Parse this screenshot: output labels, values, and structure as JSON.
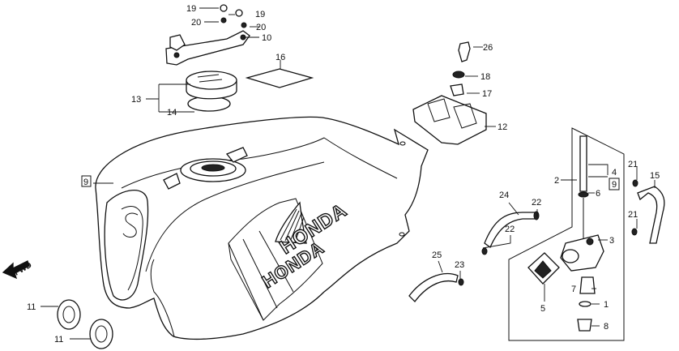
{
  "title": "",
  "direction_label": "FWD",
  "brand_text": [
    "HONDA",
    "HONDA"
  ],
  "part_labels": [
    {
      "id": "l19a",
      "text": "19"
    },
    {
      "id": "l19b",
      "text": "19"
    },
    {
      "id": "l20a",
      "text": "20"
    },
    {
      "id": "l20b",
      "text": "20"
    },
    {
      "id": "l10",
      "text": "10"
    },
    {
      "id": "l16",
      "text": "16"
    },
    {
      "id": "l13",
      "text": "13"
    },
    {
      "id": "l14",
      "text": "14"
    },
    {
      "id": "l9a",
      "text": "9"
    },
    {
      "id": "l26",
      "text": "26"
    },
    {
      "id": "l18",
      "text": "18"
    },
    {
      "id": "l17",
      "text": "17"
    },
    {
      "id": "l12",
      "text": "12"
    },
    {
      "id": "l2",
      "text": "2"
    },
    {
      "id": "l4",
      "text": "4"
    },
    {
      "id": "l9b",
      "text": "9"
    },
    {
      "id": "l6",
      "text": "6"
    },
    {
      "id": "l21a",
      "text": "21"
    },
    {
      "id": "l15",
      "text": "15"
    },
    {
      "id": "l21b",
      "text": "21"
    },
    {
      "id": "l24",
      "text": "24"
    },
    {
      "id": "l22a",
      "text": "22"
    },
    {
      "id": "l22b",
      "text": "22"
    },
    {
      "id": "l3",
      "text": "3"
    },
    {
      "id": "l25",
      "text": "25"
    },
    {
      "id": "l23",
      "text": "23"
    },
    {
      "id": "l5",
      "text": "5"
    },
    {
      "id": "l7",
      "text": "7"
    },
    {
      "id": "l1",
      "text": "1"
    },
    {
      "id": "l8",
      "text": "8"
    },
    {
      "id": "l11a",
      "text": "11"
    },
    {
      "id": "l11b",
      "text": "11"
    }
  ]
}
